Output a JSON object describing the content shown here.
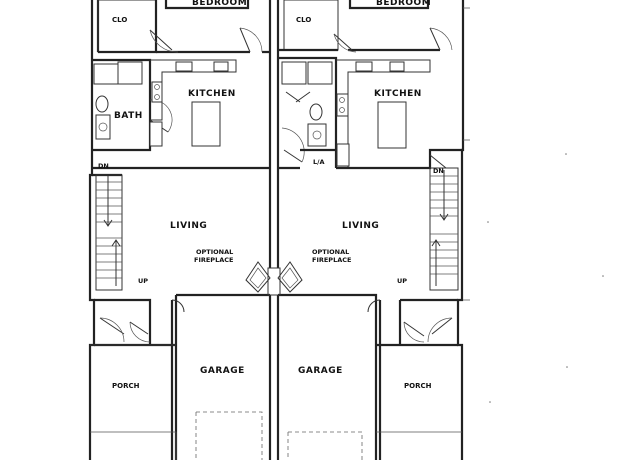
{
  "labels": {
    "unit_a": {
      "closet": "CLO",
      "bedroom": "BEDROOM",
      "kitchen": "KITCHEN",
      "bath": "BATH",
      "living": "LIVING",
      "fireplace_line1": "OPTIONAL",
      "fireplace_line2": "FIREPLACE",
      "stair_down": "DN",
      "stair_up": "UP",
      "garage": "GARAGE",
      "porch": "PORCH"
    },
    "unit_b": {
      "closet": "CLO",
      "bedroom": "BEDROOM",
      "kitchen": "KITCHEN",
      "laundry": "L/A",
      "living": "LIVING",
      "fireplace_line1": "OPTIONAL",
      "fireplace_line2": "FIREPLACE",
      "stair_down": "DN",
      "stair_up": "UP",
      "garage": "GARAGE",
      "porch": "PORCH"
    }
  }
}
